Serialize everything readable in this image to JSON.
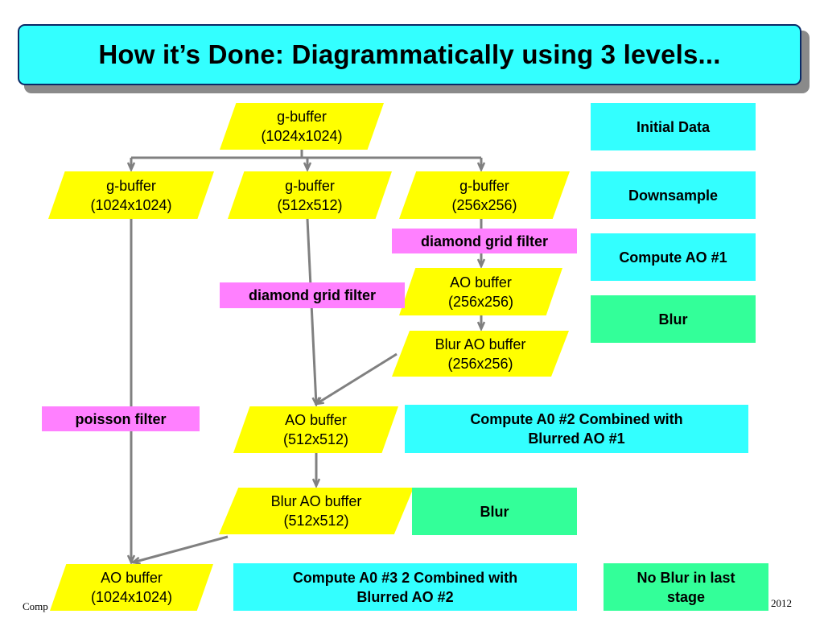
{
  "slide": {
    "title": "How it’s Done: Diagrammatically using 3 levels...",
    "footer_left": "Comp",
    "footer_right": "2012"
  },
  "buffers": {
    "top": {
      "line1": "g-buffer",
      "line2": "(1024x1024)"
    },
    "g1024": {
      "line1": "g-buffer",
      "line2": "(1024x1024)"
    },
    "g512": {
      "line1": "g-buffer",
      "line2": "(512x512)"
    },
    "g256": {
      "line1": "g-buffer",
      "line2": "(256x256)"
    },
    "ao256": {
      "line1": "AO buffer",
      "line2": "(256x256)"
    },
    "blur256": {
      "line1": "Blur AO buffer",
      "line2": "(256x256)"
    },
    "ao512": {
      "line1": "AO buffer",
      "line2": "(512x512)"
    },
    "blur512": {
      "line1": "Blur AO buffer",
      "line2": "(512x512)"
    },
    "ao1024": {
      "line1": "AO buffer",
      "line2": "(1024x1024)"
    }
  },
  "filters": {
    "diamond_256": "diamond grid filter",
    "diamond_512": "diamond grid filter",
    "poisson": "poisson filter"
  },
  "stages": {
    "initial": "Initial Data",
    "downsample": "Downsample",
    "compute1": "Compute AO #1",
    "blur1": "Blur",
    "compute2_line1": "Compute A0 #2 Combined with",
    "compute2_line2": "Blurred AO #1",
    "blur2": "Blur",
    "compute3_line1": "Compute A0 #3 2 Combined with",
    "compute3_line2": "Blurred AO #2",
    "noblur_line1": "No Blur in last",
    "noblur_line2": "stage"
  },
  "colors": {
    "buffer": "#ffff00",
    "stage_cyan": "#33ffff",
    "stage_green": "#33ff99",
    "filter_pink": "#ff80ff",
    "connector": "#808080"
  }
}
